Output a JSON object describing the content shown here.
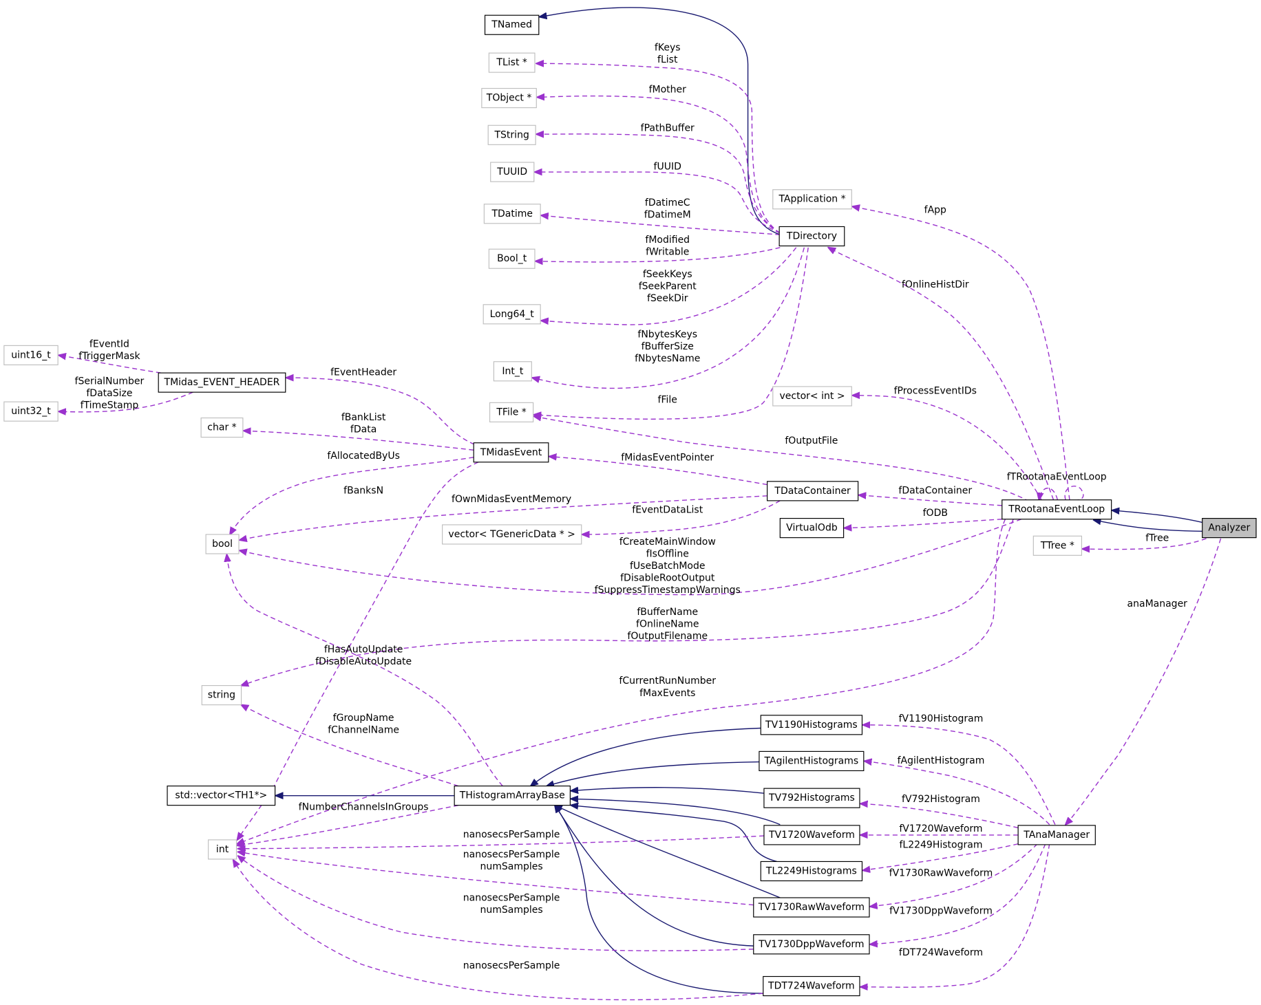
{
  "diagram": {
    "title": "Analyzer collaboration graph",
    "colors": {
      "inheritance_edge": "#191970",
      "usage_edge": "#9a32cd",
      "documented_border": "#000000",
      "undocumented_border": "#bfbfbf",
      "root_fill": "#bfbfbf"
    },
    "nodes": {
      "TNamed": "TNamed",
      "TList": "TList *",
      "TObject": "TObject *",
      "TString": "TString",
      "TUUID": "TUUID",
      "TDatime": "TDatime",
      "Bool_t": "Bool_t",
      "Long64_t": "Long64_t",
      "Int_t": "Int_t",
      "TFile": "TFile *",
      "TApplication": "TApplication *",
      "TDirectory": "TDirectory",
      "vector_int": "vector< int >",
      "uint16_t": "uint16_t",
      "uint32_t": "uint32_t",
      "TMidas_EVENT_HEADER": "TMidas_EVENT_HEADER",
      "char_ptr": "char *",
      "TMidasEvent": "TMidasEvent",
      "TDataContainer": "TDataContainer",
      "TRootanaEventLoop": "TRootanaEventLoop",
      "Analyzer": "Analyzer",
      "VirtualOdb": "VirtualOdb",
      "TTree": "TTree *",
      "bool": "bool",
      "vector_TGenericData": "vector< TGenericData * >",
      "string": "string",
      "std_vector_TH1": "std::vector<TH1*>",
      "THistogramArrayBase": "THistogramArrayBase",
      "int": "int",
      "TV1190Histograms": "TV1190Histograms",
      "TAgilentHistograms": "TAgilentHistograms",
      "TV792Histograms": "TV792Histograms",
      "TV1720Waveform": "TV1720Waveform",
      "TL2249Histograms": "TL2249Histograms",
      "TV1730RawWaveform": "TV1730RawWaveform",
      "TV1730DppWaveform": "TV1730DppWaveform",
      "TDT724Waveform": "TDT724Waveform",
      "TAnaManager": "TAnaManager"
    },
    "edge_labels": {
      "fKeys": "fKeys",
      "fList": "fList",
      "fMother": "fMother",
      "fPathBuffer": "fPathBuffer",
      "fUUID": "fUUID",
      "fDatimeC": "fDatimeC",
      "fDatimeM": "fDatimeM",
      "fModified": "fModified",
      "fWritable": "fWritable",
      "fSeekKeys": "fSeekKeys",
      "fSeekParent": "fSeekParent",
      "fSeekDir": "fSeekDir",
      "fNbytesKeys": "fNbytesKeys",
      "fBufferSize": "fBufferSize",
      "fNbytesName": "fNbytesName",
      "fFile": "fFile",
      "fApp": "fApp",
      "fOnlineHistDir": "fOnlineHistDir",
      "fProcessEventIDs": "fProcessEventIDs",
      "fOutputFile": "fOutputFile",
      "fEventId": "fEventId",
      "fTriggerMask": "fTriggerMask",
      "fSerialNumber": "fSerialNumber",
      "fDataSize": "fDataSize",
      "fTimeStamp": "fTimeStamp",
      "fEventHeader": "fEventHeader",
      "fBankList": "fBankList",
      "fData": "fData",
      "fAllocatedByUs": "fAllocatedByUs",
      "fBanksN": "fBanksN",
      "fMidasEventPointer": "fMidasEventPointer",
      "fOwnMidasEventMemory": "fOwnMidasEventMemory",
      "fEventDataList": "fEventDataList",
      "fTRootanaEventLoop": "fTRootanaEventLoop",
      "fDataContainer": "fDataContainer",
      "fODB": "fODB",
      "fTree": "fTree",
      "fCreateMainWindow": "fCreateMainWindow",
      "fIsOffline": "fIsOffline",
      "fUseBatchMode": "fUseBatchMode",
      "fDisableRootOutput": "fDisableRootOutput",
      "fSuppressTimestampWarnings": "fSuppressTimestampWarnings",
      "anaManager": "anaManager",
      "fBufferName": "fBufferName",
      "fOnlineName": "fOnlineName",
      "fOutputFilename": "fOutputFilename",
      "fHasAutoUpdate": "fHasAutoUpdate",
      "fDisableAutoUpdate": "fDisableAutoUpdate",
      "fCurrentRunNumber": "fCurrentRunNumber",
      "fMaxEvents": "fMaxEvents",
      "fGroupName": "fGroupName",
      "fChannelName": "fChannelName",
      "fNumberChannelsInGroups": "fNumberChannelsInGroups",
      "nanosecsPerSample": "nanosecsPerSample",
      "numSamples": "numSamples",
      "fV1190Histogram": "fV1190Histogram",
      "fAgilentHistogram": "fAgilentHistogram",
      "fV792Histogram": "fV792Histogram",
      "fV1720Waveform": "fV1720Waveform",
      "fL2249Histogram": "fL2249Histogram",
      "fV1730RawWaveform": "fV1730RawWaveform",
      "fV1730DppWaveform": "fV1730DppWaveform",
      "fDT724Waveform": "fDT724Waveform"
    }
  }
}
